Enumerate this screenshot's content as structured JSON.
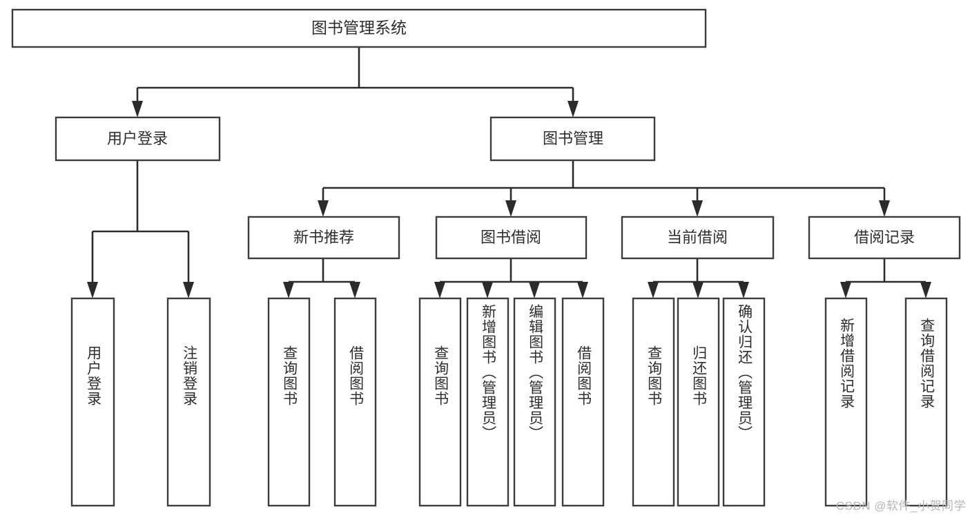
{
  "diagram": {
    "type": "tree-hierarchy",
    "title": "图书管理系统",
    "watermark": "CSDN @软件_小贺同学",
    "accent_color": "#2d2d2d",
    "box_stroke": "#3c3c3c",
    "background": "#ffffff"
  },
  "root": {
    "label": "图书管理系统"
  },
  "level2": [
    {
      "label": "用户登录"
    },
    {
      "label": "图书管理"
    }
  ],
  "level3": [
    {
      "label": "新书推荐"
    },
    {
      "label": "图书借阅"
    },
    {
      "label": "当前借阅"
    },
    {
      "label": "借阅记录"
    }
  ],
  "leaves": {
    "user_login": [
      {
        "label": "用户登录"
      },
      {
        "label": "注销登录"
      }
    ],
    "new_book_recommend": [
      {
        "label": "查询图书"
      },
      {
        "label": "借阅图书"
      }
    ],
    "book_borrow": [
      {
        "label": "查询图书"
      },
      {
        "label": "新增图书（管理员）"
      },
      {
        "label": "编辑图书（管理员）"
      },
      {
        "label": "借阅图书"
      }
    ],
    "current_borrow": [
      {
        "label": "查询图书"
      },
      {
        "label": "归还图书"
      },
      {
        "label": "确认归还（管理员）"
      }
    ],
    "borrow_record": [
      {
        "label": "新增借阅记录"
      },
      {
        "label": "查询借阅记录"
      }
    ]
  }
}
